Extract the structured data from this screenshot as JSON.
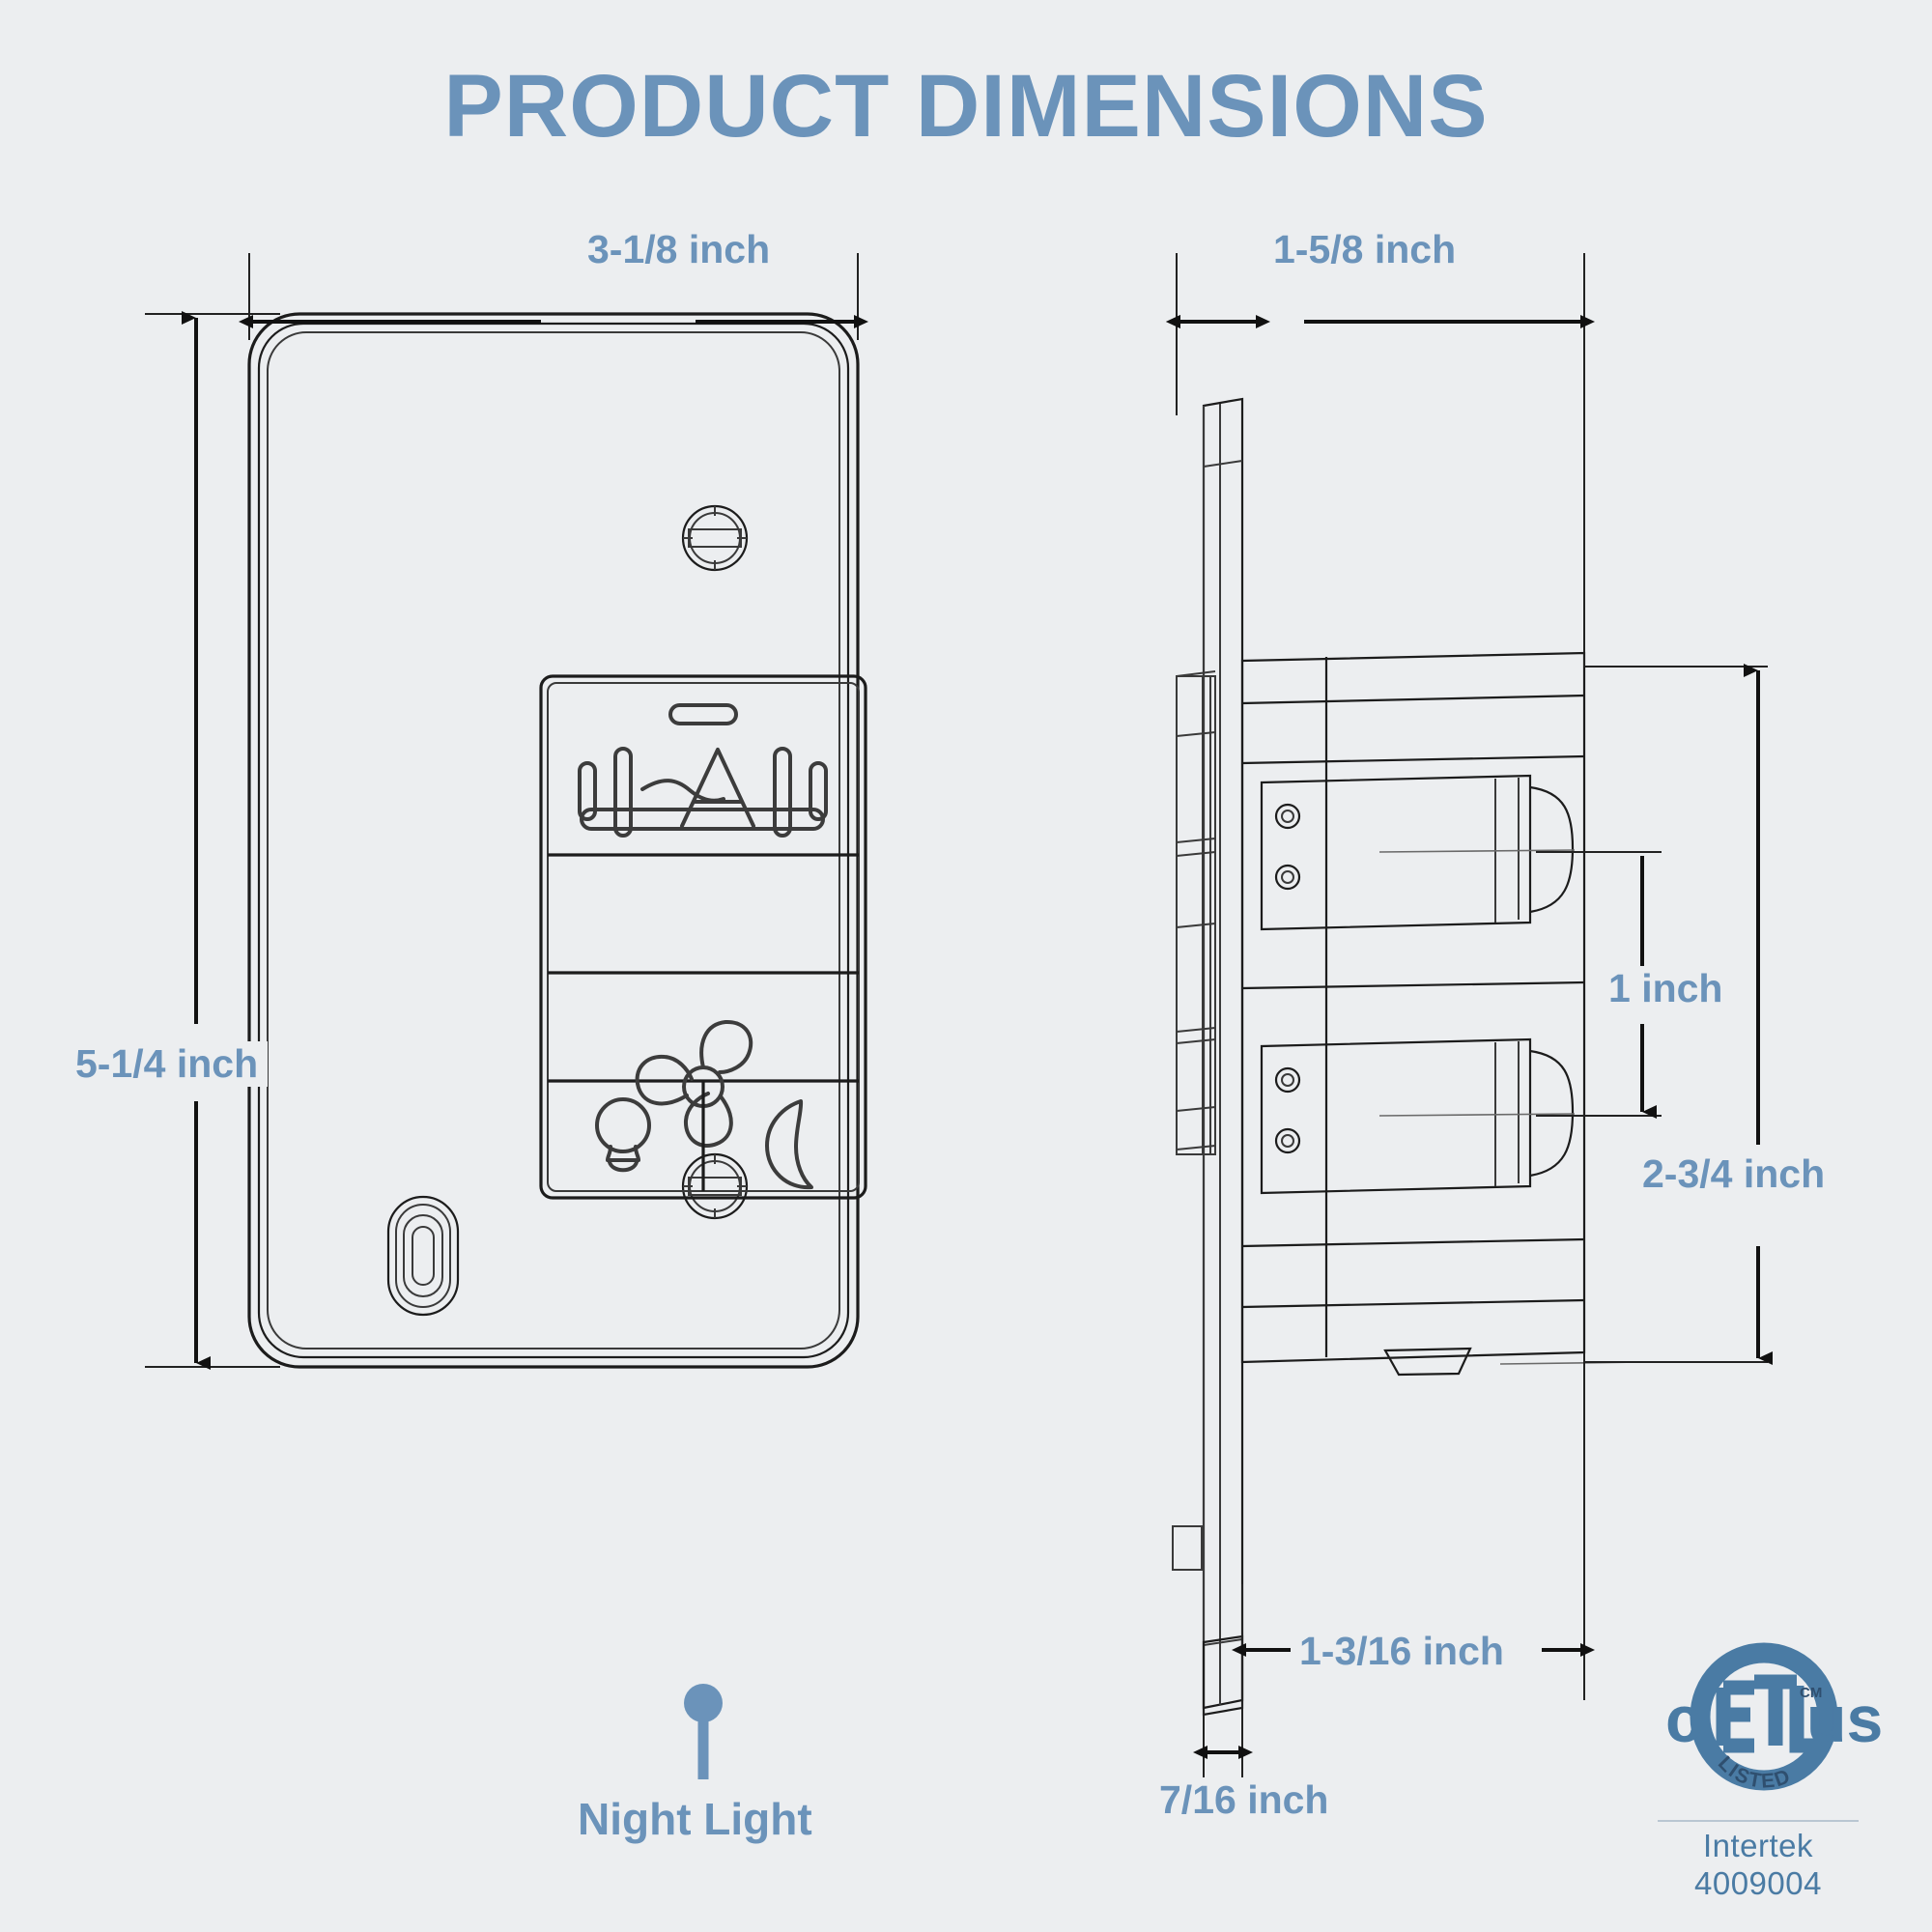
{
  "title": "PRODUCT DIMENSIONS",
  "accent_color": "#6b93ba",
  "background_color": "#eceef0",
  "line_color": "#1c1c1c",
  "dimensions": {
    "front_width": "3-1/8 inch",
    "front_height": "5-1/4 inch",
    "side_depth": "1-5/8 inch",
    "terminal_block_height": "1 inch",
    "body_height": "2-3/4 inch",
    "body_depth": "1-3/16 inch",
    "faceplate_thickness": "7/16 inch"
  },
  "callouts": {
    "night_light": "Night Light"
  },
  "front_view": {
    "buttons": [
      {
        "name": "auto-fan-button",
        "icon": "auto-airflow-icon"
      },
      {
        "name": "blank-button",
        "icon": "none"
      },
      {
        "name": "fan-button",
        "icon": "fan-icon"
      },
      {
        "name": "light-button",
        "icon": "light-bulb-icon"
      },
      {
        "name": "night-mode-button",
        "icon": "crescent-moon-icon"
      }
    ],
    "screws": [
      "top-screw",
      "bottom-screw"
    ],
    "night_light_lens": "oval-night-light-lens"
  },
  "certification": {
    "mark_left": "c",
    "mark_center": "ETL",
    "mark_trademark": "CM",
    "mark_arc": "LISTED",
    "mark_right": "us",
    "company": "Intertek",
    "file_number": "4009004"
  }
}
